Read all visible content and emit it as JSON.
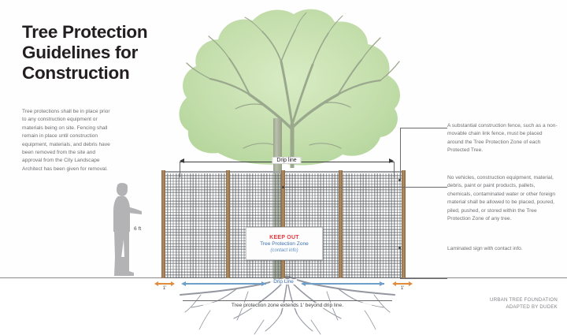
{
  "title": "Tree Protection Guidelines for Construction",
  "notes": {
    "left": "Tree protections shall be in place prior to any construction equipment or materials being on site. Fencing shall remain in place until construction equipment, materials, and debris have been removed from the site and approval from the City Landscape Architect has been given for removal.",
    "right_1": "A substantial construction fence, such as a non-movable chain link fence, must be placed around the Tree Protection Zone of each Protected Tree.",
    "right_2": "No vehicles, construction equipment, material, debris, paint or paint products, pallets, chemicals, contaminated water or other foreign material shall be allowed to be placed, poured, piled, pushed, or stored within the Tree Protection Zone of any tree.",
    "right_3": "Laminated sign with contact info."
  },
  "sign": {
    "line1": "KEEP OUT",
    "line2": "Tree Protection Zone",
    "line3": "(contact info)",
    "color_keepout": "#e03a3e",
    "color_zone": "#3b72b0"
  },
  "labels": {
    "drip_line_top": "Drip line",
    "drip_line_bottom": "Drip Line",
    "fence_height": "6 ft",
    "offset_left": "1'",
    "offset_right": "1'",
    "tpz_caption": "Tree protection zone extends 1' beyond drip line."
  },
  "credit": {
    "line1": "URBAN TREE FOUNDATION",
    "line2": "ADAPTED BY DUDEK"
  },
  "colors": {
    "canopy": "#c6dfae",
    "branch": "#9aa88d",
    "fence_post": "#a8835b",
    "ground": "#8a8a8c",
    "drip_arrow": "#6e9fc9",
    "offset_arrow": "#e08b3e",
    "root": "#9497a0"
  }
}
